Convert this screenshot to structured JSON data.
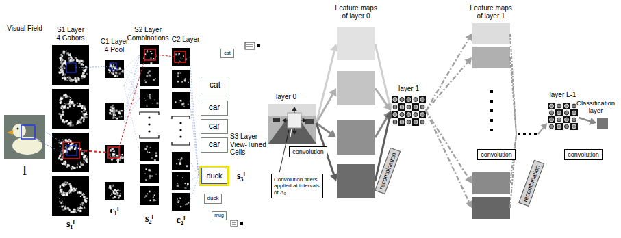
{
  "diagram": {
    "nodes": [
      {
        "text": [
          "cat"
        ]
      },
      {
        "text": [
          "cat"
        ]
      },
      {
        "text": [
          "car"
        ]
      },
      {
        "text": [
          "car"
        ]
      },
      {
        "text": [
          "car"
        ]
      },
      {
        "text": [
          "duck"
        ]
      },
      {
        "text": [
          "duck"
        ]
      },
      {
        "text": [
          "mug"
        ]
      },
      {
        "text": [
          "convolution"
        ]
      },
      {
        "text": [
          "Convolution filters applied at intervals of Δ₀"
        ]
      },
      {
        "text": [
          "recombination"
        ]
      },
      {
        "text": [
          "convolution"
        ]
      },
      {
        "text": [
          "recombination"
        ]
      },
      {
        "text": [
          "convolution"
        ]
      }
    ],
    "labels": [
      "Visual Field",
      "I",
      "S1 Layer 4 Gabors",
      "C1 Layer 4 Pool",
      "S2 Layer Combinations",
      "C2 Layer",
      "S3 Layer View-Tuned Cells",
      "s₁ˡ",
      "c₁ˡ",
      "s₂ˡ",
      "c₂ˡ",
      "s₃ˡ",
      "Feature maps of layer 0",
      "layer 0",
      "layer 1",
      "Feature maps of layer 1",
      "layer L-1",
      "Classification layer"
    ]
  }
}
